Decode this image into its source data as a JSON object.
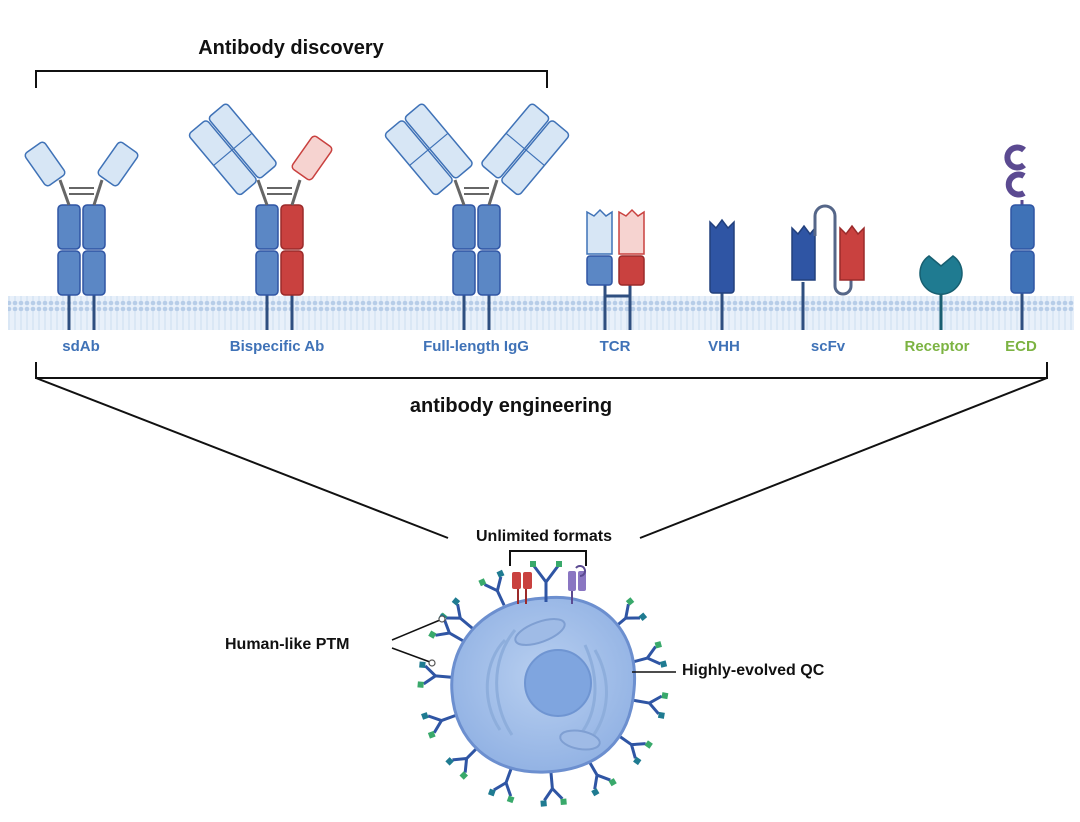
{
  "titles": {
    "discovery": "Antibody discovery",
    "engineering": "antibody engineering"
  },
  "formats": [
    {
      "label": "sdAb",
      "icon": "sdab-icon"
    },
    {
      "label": "Bispecific Ab",
      "icon": "bispecific-antibody-icon"
    },
    {
      "label": "Full-length IgG",
      "icon": "igg-icon"
    },
    {
      "label": "TCR",
      "icon": "tcr-icon"
    },
    {
      "label": "VHH",
      "icon": "vhh-icon"
    },
    {
      "label": "scFv",
      "icon": "scfv-icon"
    },
    {
      "label": "Receptor",
      "icon": "receptor-icon"
    },
    {
      "label": "ECD",
      "icon": "ecd-icon"
    }
  ],
  "cell": {
    "top_label": "Unlimited formats",
    "left_label": "Human-like PTM",
    "right_label": "Highly-evolved QC"
  },
  "colors": {
    "blue": "#5b87c5",
    "light_blue": "#d7e6f5",
    "red": "#c9413f",
    "light_red": "#f6d3d0",
    "dark_blue": "#2f55a4",
    "teal": "#1f7b91",
    "purple": "#5b4a91",
    "green_label": "#7cb342",
    "blue_label": "#3f72b7",
    "membrane": "#c6d8ee",
    "cell": "#a9c3ec"
  }
}
